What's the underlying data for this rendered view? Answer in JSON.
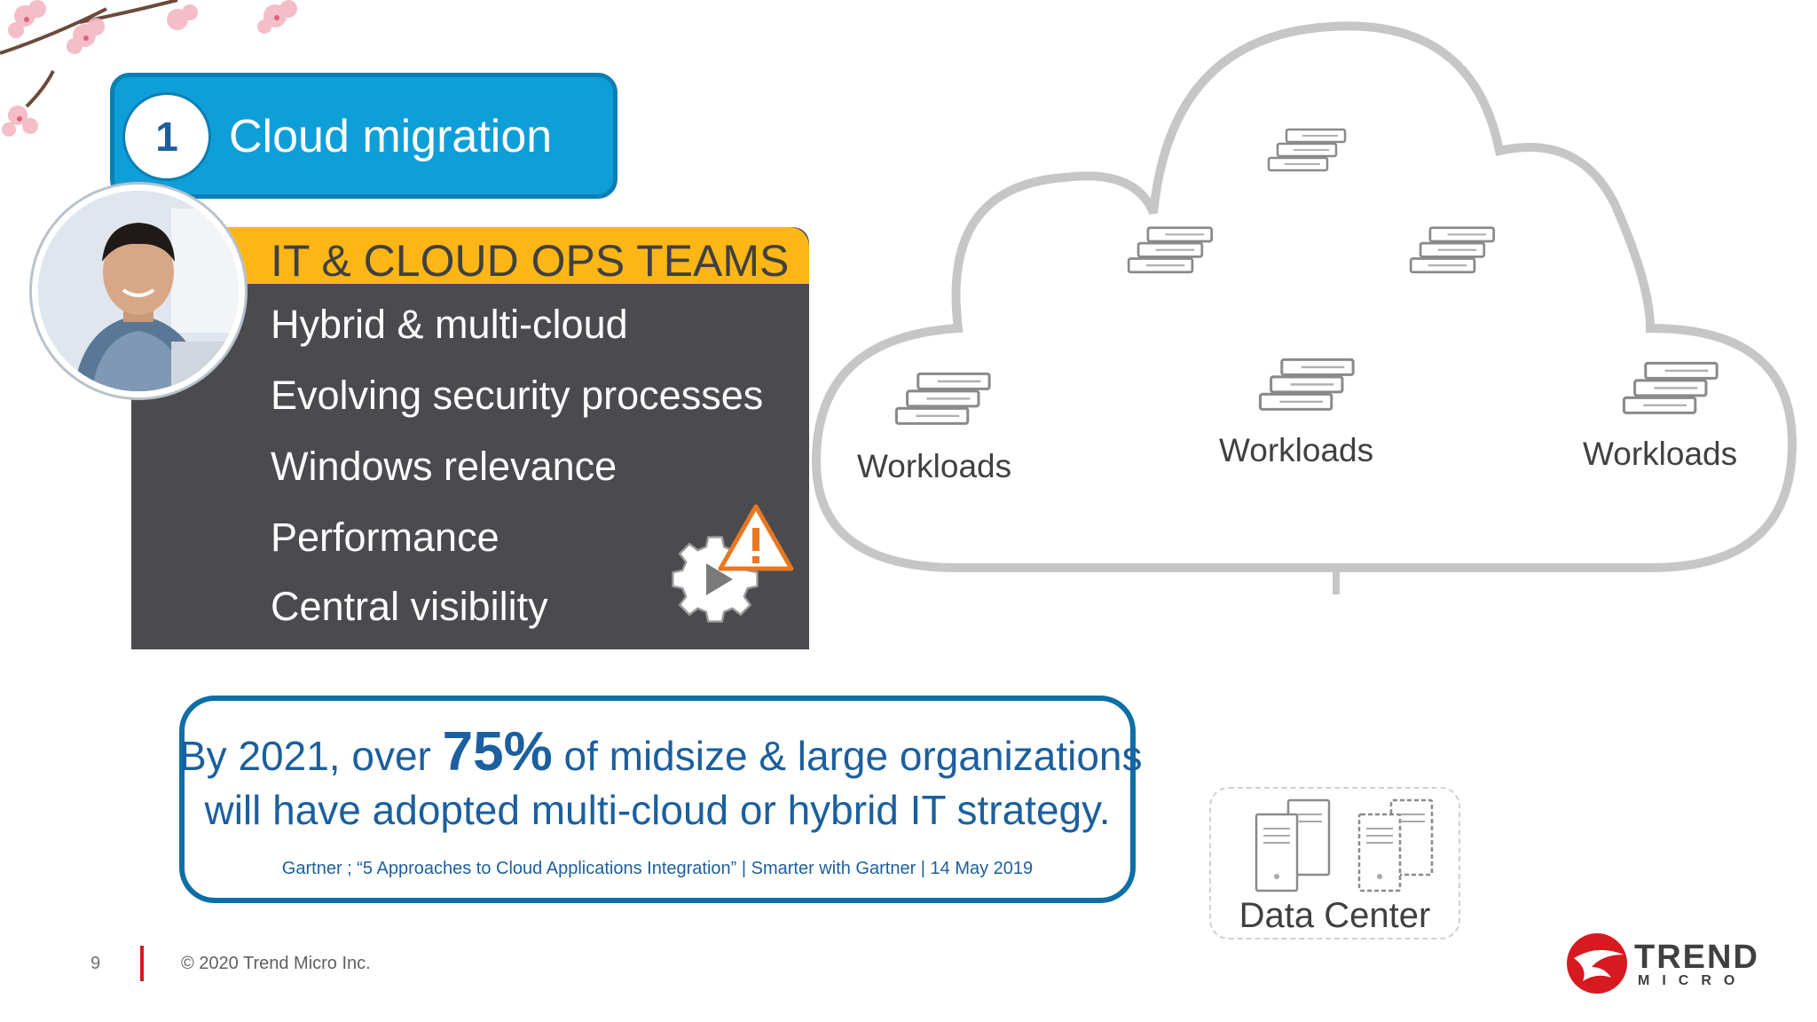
{
  "header": {
    "number": "1",
    "title": "Cloud migration"
  },
  "ops_panel": {
    "title": "IT & CLOUD OPS TEAMS",
    "items": [
      "Hybrid & multi-cloud",
      "Evolving security processes",
      "Windows relevance",
      "Performance",
      "Central visibility"
    ]
  },
  "stat": {
    "line1_before": "By 2021, over ",
    "percent": "75%",
    "line1_after": " of midsize & large organizations",
    "line2": "will have adopted multi-cloud or hybrid IT strategy.",
    "citation": "Gartner ; “5 Approaches to Cloud Applications Integration” | Smarter with Gartner | 14 May 2019"
  },
  "cloud": {
    "workload_labels": [
      "Workloads",
      "Workloads",
      "Workloads"
    ]
  },
  "datacenter": {
    "label": "Data Center"
  },
  "footer": {
    "page_number": "9",
    "copyright": "© 2020 Trend Micro Inc."
  },
  "logo": {
    "line1": "TREND",
    "line2": "MICRO"
  },
  "colors": {
    "header_blue": "#0f9fd8",
    "panel_dark": "#4b4b4f",
    "panel_accent": "#fcb716",
    "stat_blue": "#1b5f9e",
    "brand_red": "#d71920",
    "warning_orange": "#e87722"
  },
  "icons": [
    "cherry-blossom-icon",
    "server-stack-icon",
    "gear-play-icon",
    "warning-triangle-icon",
    "server-tower-icon",
    "trend-micro-logo-icon"
  ]
}
